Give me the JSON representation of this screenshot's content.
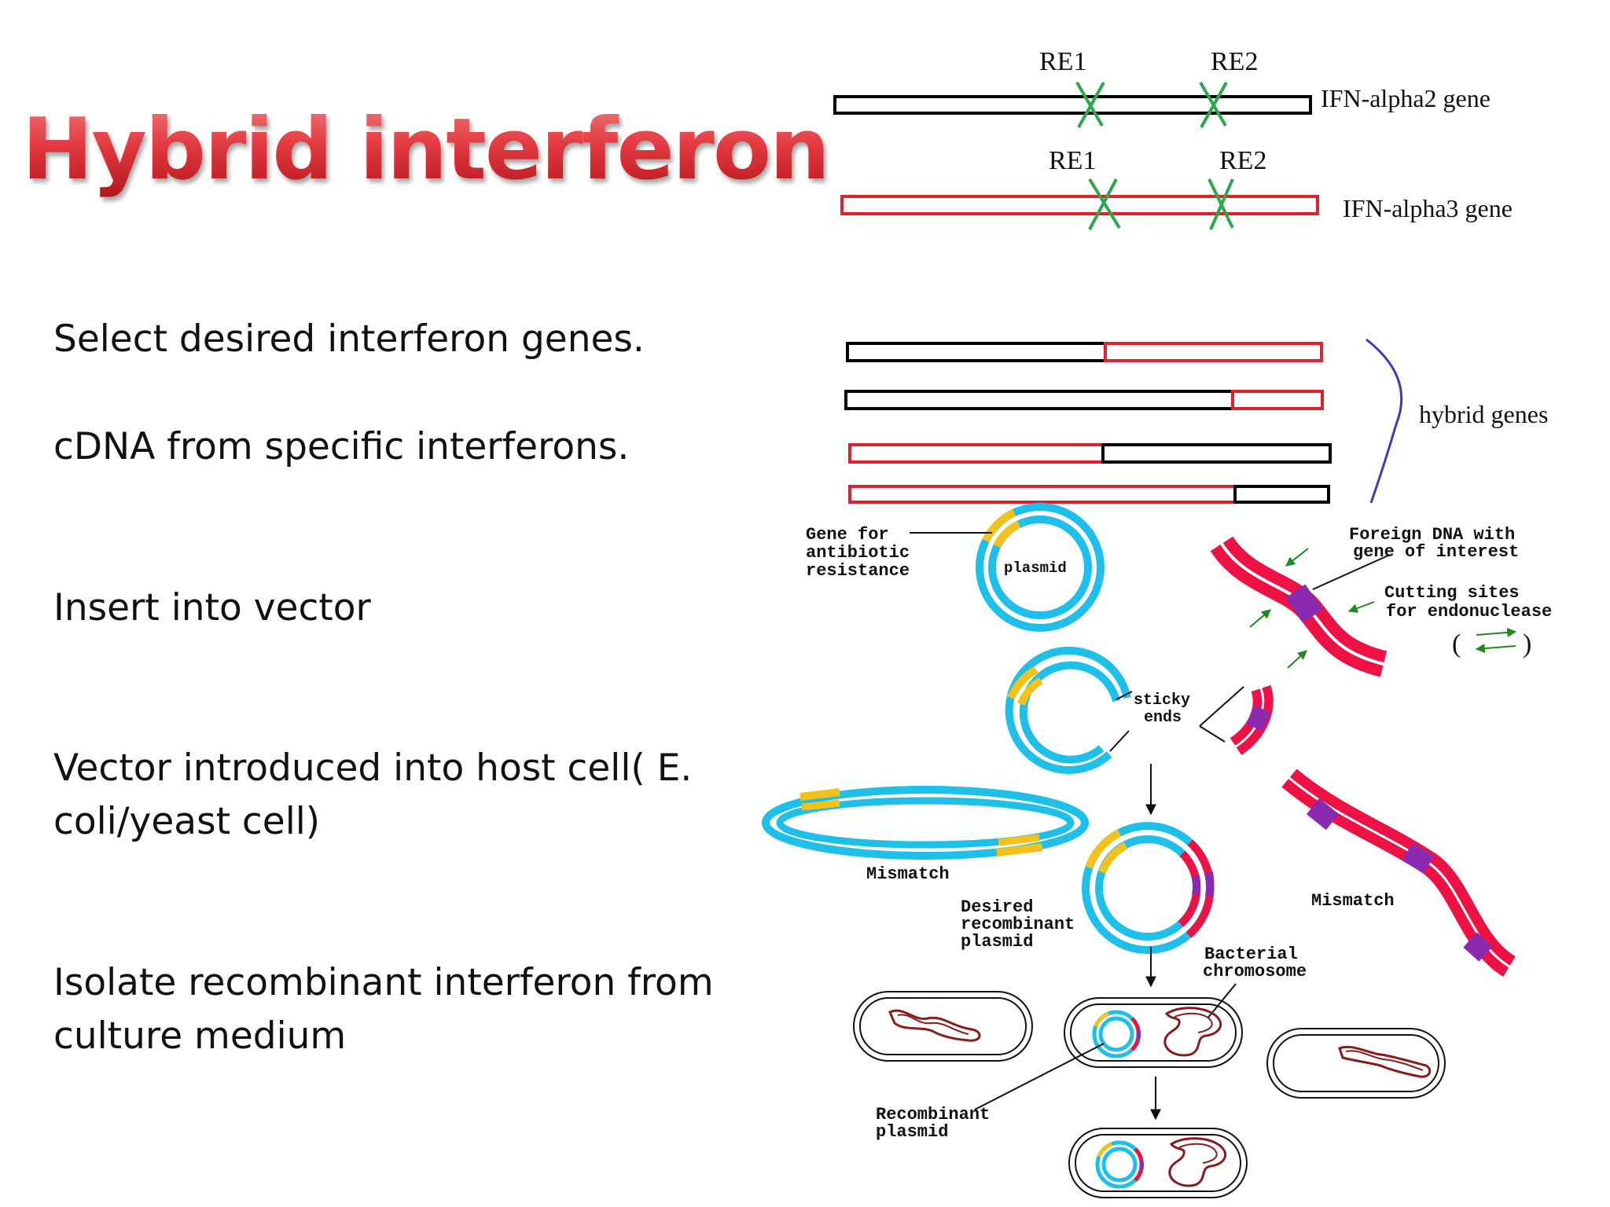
{
  "title": "Hybrid interferon",
  "steps": [
    "Select desired interferon genes.",
    "cDNA from specific interferons.",
    "Insert into vector",
    "Vector introduced into host cell( E. coli/yeast cell)",
    "Isolate recombinant interferon from culture medium"
  ],
  "diagram": {
    "genes": {
      "re1_label": "RE1",
      "re2_label": "RE2",
      "gene1_label": "IFN-alpha2 gene",
      "gene2_label": "IFN-alpha3 gene",
      "hybrid_label": "hybrid genes"
    },
    "cloning": {
      "antibiotic_label": [
        "Gene for",
        "antibiotic",
        "resistance"
      ],
      "plasmid_label": "plasmid",
      "foreign_dna_label": [
        "Foreign DNA with",
        "gene of interest"
      ],
      "cutting_sites_label": [
        "Cutting sites",
        "for endonuclease"
      ],
      "sticky_ends_label": [
        "sticky",
        "ends"
      ],
      "mismatch_left_label": "Mismatch",
      "mismatch_right_label": "Mismatch",
      "desired_label": [
        "Desired",
        "recombinant",
        "plasmid"
      ],
      "bacterial_chromosome_label": [
        "Bacterial",
        "chromosome"
      ],
      "recombinant_plasmid_label": [
        "Recombinant",
        "plasmid"
      ]
    }
  },
  "colors": {
    "title": "#d0202a",
    "gene_black": "#000000",
    "gene_red": "#e0202a",
    "cut_mark": "#2aa84a",
    "brace": "#3b3bb8",
    "plasmid_blue": "#1ec0ea",
    "antibiotic_yellow": "#f2c21a",
    "dna_red": "#ee1144",
    "insert_purple": "#8a2ab0",
    "chromosome": "#8b1a1a",
    "arrow_green": "#1f8a1f"
  }
}
